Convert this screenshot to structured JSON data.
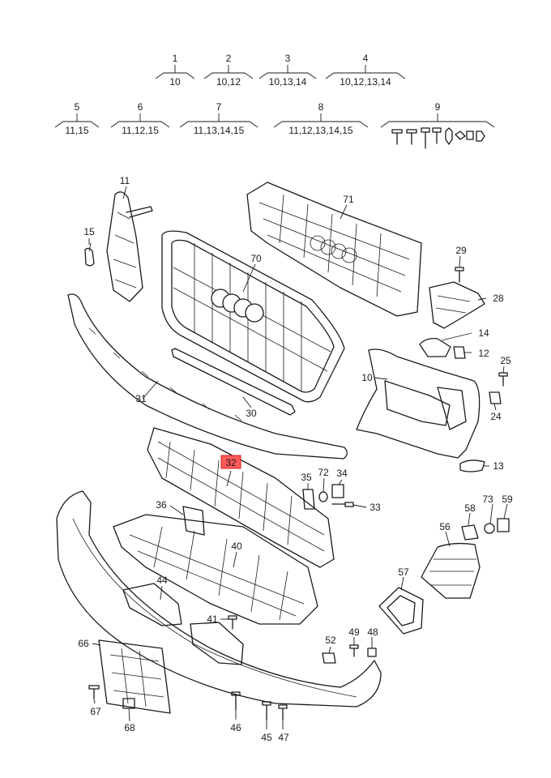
{
  "groups": [
    {
      "num": "1",
      "sub": "10"
    },
    {
      "num": "2",
      "sub": "10,12"
    },
    {
      "num": "3",
      "sub": "10,13,14"
    },
    {
      "num": "4",
      "sub": "10,12,13,14"
    },
    {
      "num": "5",
      "sub": "11,15"
    },
    {
      "num": "6",
      "sub": "11,12,15"
    },
    {
      "num": "7",
      "sub": "11,13,14,15"
    },
    {
      "num": "8",
      "sub": "11,12,13,14,15"
    },
    {
      "num": "9",
      "sub": ""
    }
  ],
  "labels": {
    "l11": "11",
    "l15": "15",
    "l70": "70",
    "l71": "71",
    "l29": "29",
    "l28": "28",
    "l14": "14",
    "l12": "12",
    "l25": "25",
    "l10": "10",
    "l24": "24",
    "l13": "13",
    "l31": "31",
    "l30": "30",
    "l32": "32",
    "l35": "35",
    "l72": "72",
    "l34": "34",
    "l33": "33",
    "l36": "36",
    "l40": "40",
    "l73": "73",
    "l59": "59",
    "l58": "58",
    "l56": "56",
    "l44": "44",
    "l57": "57",
    "l41": "41",
    "l49": "49",
    "l48": "48",
    "l52": "52",
    "l66": "66",
    "l67": "67",
    "l68": "68",
    "l46": "46",
    "l45": "45",
    "l47": "47"
  },
  "highlight": "32",
  "colors": {
    "highlight_fill": "#ff5a5a",
    "line": "#1a1a1a"
  }
}
